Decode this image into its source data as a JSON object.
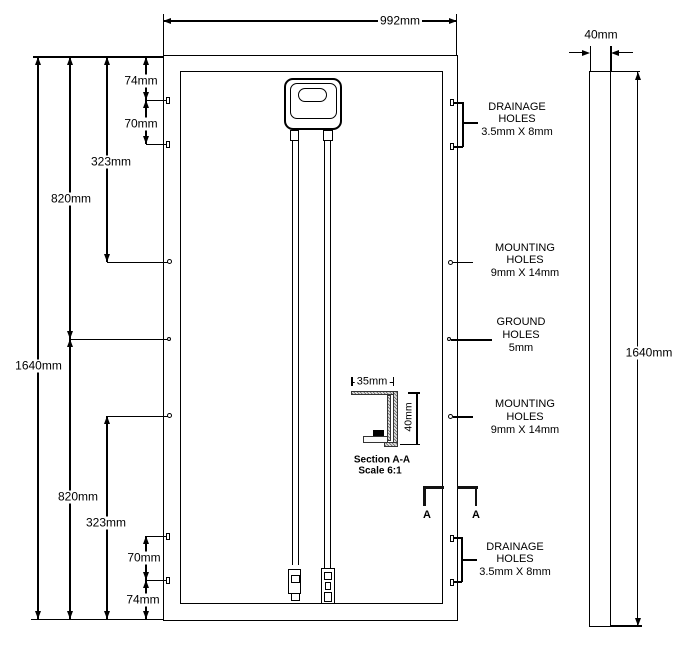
{
  "dims": {
    "panel_width": "992mm",
    "panel_height": "1640mm",
    "side_width": "40mm",
    "side_height": "1640mm",
    "top_drain_offset": "74mm",
    "top_drain_spacing": "70mm",
    "top_mount_offset": "323mm",
    "top_half_height": "820mm",
    "bottom_half_height": "820mm",
    "bottom_mount_offset": "323mm",
    "bottom_drain_spacing": "70mm",
    "bottom_drain_offset": "74mm",
    "section_flange_width": "35mm",
    "section_depth": "40mm"
  },
  "callouts": {
    "drainage_top": [
      "DRAINAGE",
      "HOLES",
      "3.5mm X 8mm"
    ],
    "mounting_top": [
      "MOUNTING",
      "HOLES",
      "9mm X 14mm"
    ],
    "ground": [
      "GROUND",
      "HOLES",
      "5mm"
    ],
    "mounting_bottom": [
      "MOUNTING",
      "HOLES",
      "9mm X 14mm"
    ],
    "drainage_bottom": [
      "DRAINAGE",
      "HOLES",
      "3.5mm X 8mm"
    ]
  },
  "section": {
    "title": "Section A-A",
    "scale": "Scale 6:1"
  },
  "cut_marks": {
    "left": "A",
    "right": "A"
  },
  "colors": {
    "line": "#000000",
    "background": "#ffffff"
  }
}
